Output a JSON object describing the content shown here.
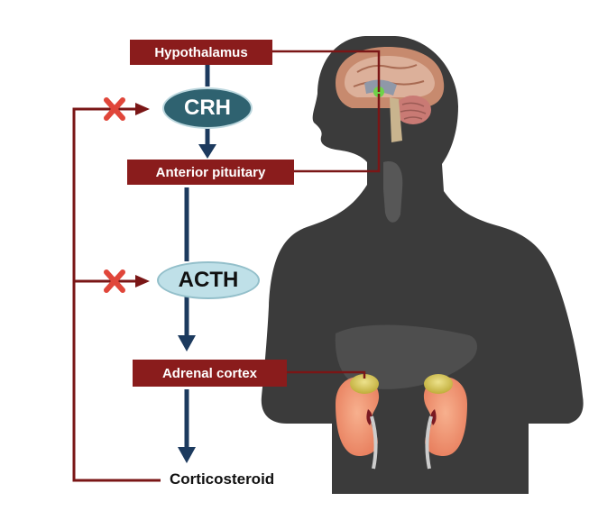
{
  "labels": {
    "hypothalamus": "Hypothalamus",
    "anterior_pituitary": "Anterior pituitary",
    "adrenal_cortex": "Adrenal cortex",
    "corticosteroid": "Corticosteroid"
  },
  "hormones": {
    "crh": "CRH",
    "acth": "ACTH"
  },
  "icons": {
    "inhibition": "red-x-icon",
    "body": "human-silhouette",
    "brain": "brain-cross-section",
    "kidney": "kidney-with-adrenal-gland"
  },
  "colors": {
    "label_box": "#8a1c1c",
    "feedback_line": "#7a1616",
    "arrow": "#1c3a5e",
    "crh_fill": "#2f6270",
    "acth_fill": "#bfe0e8",
    "inhibit_x": "#e0463a",
    "silhouette": "#3a3a3a"
  }
}
